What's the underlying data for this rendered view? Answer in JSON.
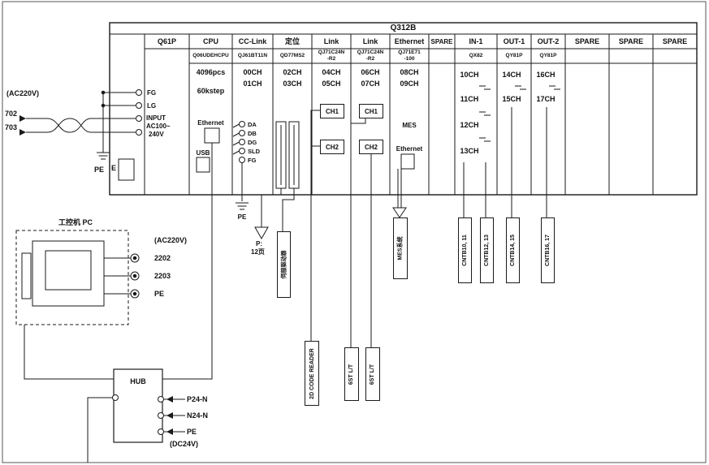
{
  "style": {
    "line_color": "#1a1a1a",
    "background": "#ffffff"
  },
  "rack": {
    "title": "Q312B",
    "columns": [
      {
        "header": "Q61P"
      },
      {
        "header": "CPU",
        "model": [
          "Q06UDEHCPU"
        ],
        "spec1": "4096pcs",
        "spec2": "60kstep",
        "port1": "Ethernet",
        "port2": "USB"
      },
      {
        "header": "CC-Link",
        "model": [
          "QJ61BT11N"
        ],
        "ch1": "00CH",
        "ch2": "01CH",
        "terminals": [
          "DA",
          "DB",
          "DG",
          "SLD",
          "FG"
        ],
        "pe": "PE"
      },
      {
        "header": "定位",
        "model": [
          "QD77MS2"
        ],
        "ch1": "02CH",
        "ch2": "03CH"
      },
      {
        "header": "Link",
        "model": [
          "QJ71C24N",
          "-R2"
        ],
        "ch1": "04CH",
        "ch2": "05CH",
        "port1": "CH1",
        "port2": "CH2"
      },
      {
        "header": "Link",
        "model": [
          "QJ71C24N",
          "-R2"
        ],
        "ch1": "06CH",
        "ch2": "07CH",
        "port1": "CH1",
        "port2": "CH2"
      },
      {
        "header": "Ethernet",
        "model": [
          "QJ71E71",
          "-100"
        ],
        "ch1": "08CH",
        "ch2": "09CH",
        "port1": "MES",
        "port2": "Ethernet"
      },
      {
        "header": "SPARE"
      },
      {
        "header": "IN-1",
        "model": [
          "QX82"
        ],
        "ch1": "10CH",
        "ch2": "11CH",
        "ch3": "12CH",
        "ch4": "13CH"
      },
      {
        "header": "OUT-1",
        "model": [
          "QY81P"
        ],
        "ch1": "14CH",
        "ch2": "15CH"
      },
      {
        "header": "OUT-2",
        "model": [
          "QY81P"
        ],
        "ch1": "16CH",
        "ch2": "17CH"
      },
      {
        "header": "SPARE"
      },
      {
        "header": "SPARE"
      },
      {
        "header": "SPARE"
      }
    ]
  },
  "power": {
    "voltage": "(AC220V)",
    "wire_top": "702",
    "wire_bottom": "703",
    "fg": "FG",
    "lg": "LG",
    "input1": "INPUT",
    "input2": "AC100~",
    "input3": "240V",
    "pe": "PE",
    "earth": "E"
  },
  "below_rack": {
    "cclink_pe": "PE",
    "page_ref1": "P:",
    "page_ref2": "12页",
    "servo_box": "伺服驱动器",
    "reader_box": "2D CODE READER",
    "st_box1": "6ST L/T",
    "st_box2": "6ST L/T",
    "mes_box": "MES系统",
    "cntb1": "CNTB10, 11",
    "cntb2": "CNTB12, 13",
    "cntb3": "CNTB14, 15",
    "cntb4": "CNTB16, 17"
  },
  "pc": {
    "label": "工控机 PC",
    "t0": "(AC220V)",
    "t1": "2202",
    "t2": "2203",
    "t3": "PE"
  },
  "hub": {
    "label": "HUB",
    "line1": "P24-N",
    "line2": "N24-N",
    "line3": "PE",
    "voltage": "(DC24V)"
  }
}
